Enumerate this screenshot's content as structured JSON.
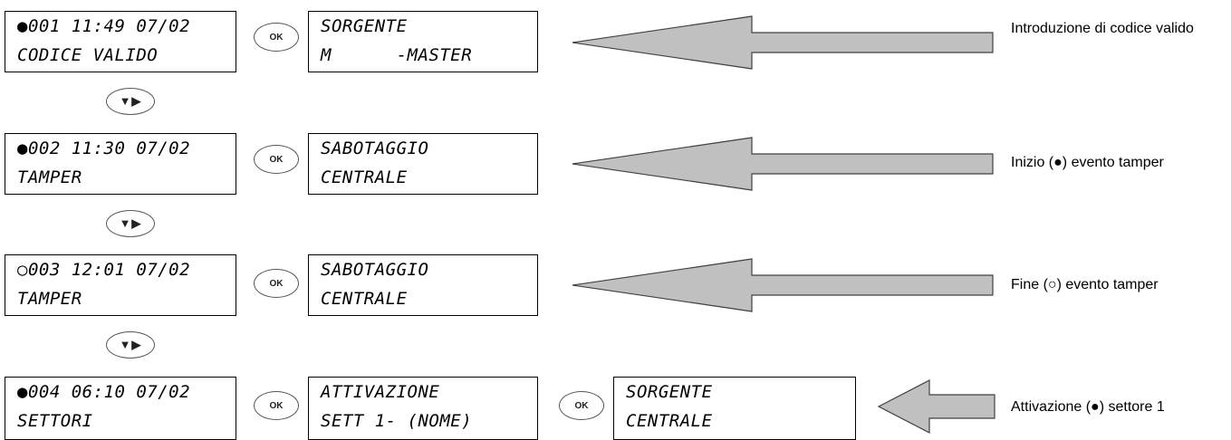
{
  "rows": [
    {
      "log": [
        "●001 11:49 07/02",
        "CODICE VALIDO"
      ],
      "detail": [
        "SORGENTE",
        "M      -MASTER"
      ],
      "description": "Introduzione di codice valido"
    },
    {
      "log": [
        "●002 11:30 07/02",
        "TAMPER"
      ],
      "detail": [
        "SABOTAGGIO",
        "CENTRALE"
      ],
      "description": "Inizio (●) evento tamper"
    },
    {
      "log": [
        "○003 12:01 07/02",
        "TAMPER"
      ],
      "detail": [
        "SABOTAGGIO",
        "CENTRALE"
      ],
      "description": "Fine (○) evento tamper"
    },
    {
      "log": [
        "●004 06:10 07/02",
        "SETTORI"
      ],
      "detail": [
        "ATTIVAZIONE",
        "SETT 1- (NOME)"
      ],
      "detail2": [
        "SORGENTE",
        "CENTRALE"
      ],
      "description": "Attivazione (●) settore 1"
    }
  ],
  "buttons": {
    "ok_label": "OK",
    "nav_label": "▼▶"
  },
  "colors": {
    "arrow_fill": "#c0c0c0",
    "arrow_stroke": "#404040"
  }
}
